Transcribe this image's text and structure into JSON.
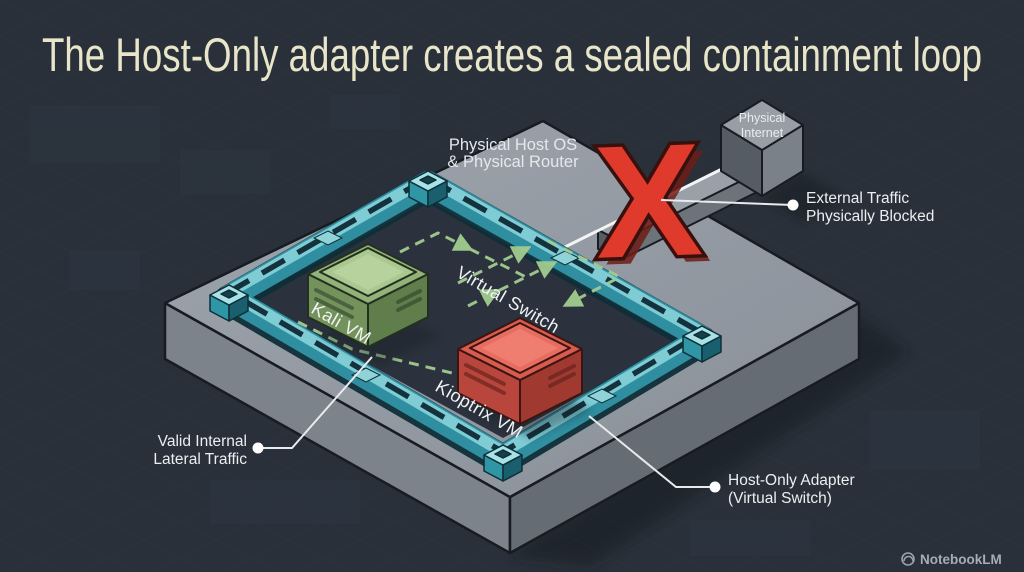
{
  "title": "The Host-Only adapter creates a sealed containment loop",
  "diagram": {
    "host_label": {
      "line1": "Physical Host OS",
      "line2": "& Physical Router"
    },
    "internet_cube": {
      "line1": "Physical",
      "line2": "Internet"
    },
    "vms": {
      "kali": "Kali VM",
      "kioptrix": "Kioptrix VM"
    },
    "virtual_switch_label": "Virtual Switch",
    "blocked_x": {
      "glyph": "X"
    },
    "callouts": {
      "external": {
        "line1": "External Traffic",
        "line2": "Physically Blocked"
      },
      "internal": {
        "line1": "Valid Internal",
        "line2": "Lateral Traffic"
      },
      "adapter": {
        "line1": "Host-Only Adapter",
        "line2": "(Virtual Switch)"
      }
    }
  },
  "watermark": {
    "label": "NotebookLM"
  },
  "colors": {
    "background": "#293039",
    "title_text": "#e8e5c9",
    "platform_top": "#99a0a8",
    "platform_left_face": "#7d838b",
    "platform_right_face": "#666c74",
    "inner_surface": "#2b323d",
    "frame_teal": "#2f8e9f",
    "frame_highlight": "#7fccd5",
    "kali_green": "#93b178",
    "kioptrix_red": "#d95b4e",
    "blocked_x_red": "#e03a2d",
    "traffic_dash_green": "#a2cc90",
    "callout_white": "#eceff2"
  }
}
